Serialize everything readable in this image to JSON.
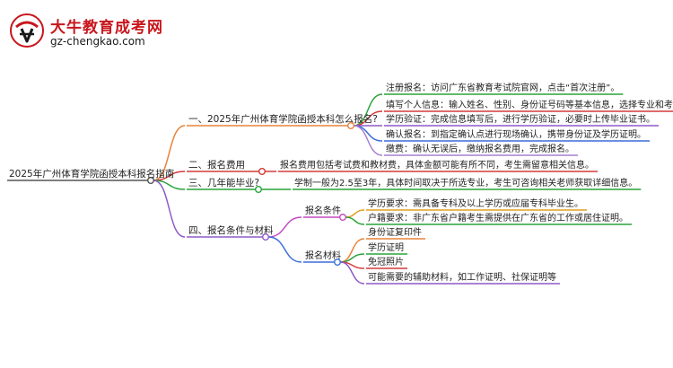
{
  "site": {
    "name": "大牛教育成考网",
    "url": "gz-chengkao.com"
  },
  "mindmap": {
    "root": "2025年广州体育学院函授本科报名指南",
    "branches": [
      {
        "label": "一、2025年广州体育学院函授本科怎么报名?",
        "color": "#e8833a",
        "children": [
          {
            "label": "注册报名：访问广东省教育考试院官网，点击“首次注册”。",
            "color": "#2aa33a"
          },
          {
            "label": "填写个人信息：输入姓名、性别、身份证号码等基本信息，选择专业和考试地点。",
            "color": "#d43a3a"
          },
          {
            "label": "学历验证：完成信息填写后，进行学历验证，必要时上传毕业证书。",
            "color": "#8e5ac8"
          },
          {
            "label": "确认报名：到指定确认点进行现场确认，携带身份证及学历证明。",
            "color": "#3a6fd8"
          },
          {
            "label": "缴费：确认无误后，缴纳报名费用，完成报名。",
            "color": "#a77fd0"
          }
        ]
      },
      {
        "label": "二、报名费用",
        "color": "#d43a3a",
        "children": [
          {
            "label": "报名费用包括考试费和教材费，具体金额可能有所不同，考生需留意相关信息。",
            "color": "#d43a3a"
          }
        ]
      },
      {
        "label": "三、几年能毕业?",
        "color": "#2aa33a",
        "children": [
          {
            "label": "学制一般为2.5至3年，具体时间取决于所选专业，考生可咨询相关老师获取详细信息。",
            "color": "#2aa33a"
          }
        ]
      },
      {
        "label": "四、报名条件与材料",
        "color": "#8e5ac8",
        "children": [
          {
            "label": "报名条件",
            "color": "#c44ac0",
            "children": [
              {
                "label": "学历要求：需具备专科及以上学历或应届专科毕业生。",
                "color": "#e0a020"
              },
              {
                "label": "户籍要求：非广东省户籍考生需提供在广东省的工作或居住证明。",
                "color": "#2aa33a"
              }
            ]
          },
          {
            "label": "报名材料",
            "color": "#3a6fd8",
            "children": [
              {
                "label": "身份证复印件",
                "color": "#e8833a"
              },
              {
                "label": "学历证明",
                "color": "#2aa33a"
              },
              {
                "label": "免冠照片",
                "color": "#d43a3a"
              },
              {
                "label": "可能需要的辅助材料，如工作证明、社保证明等",
                "color": "#8e5ac8"
              }
            ]
          }
        ]
      }
    ]
  }
}
